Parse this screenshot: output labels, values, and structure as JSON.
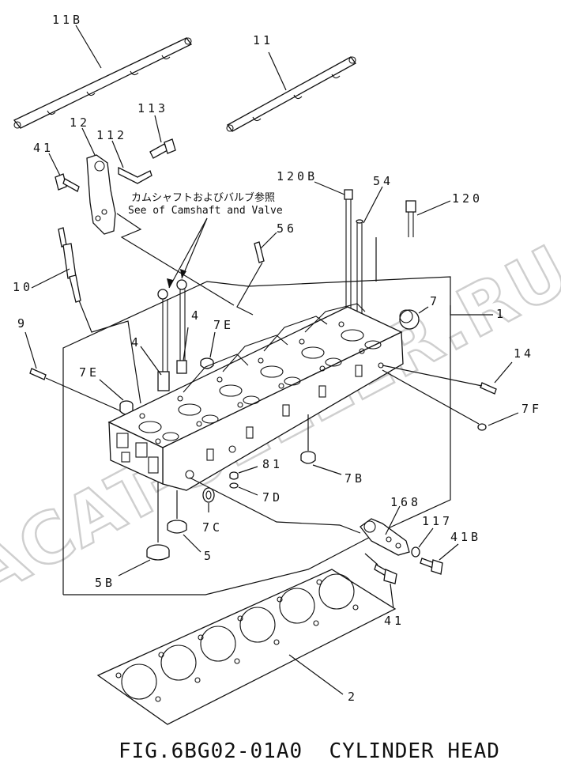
{
  "figure": {
    "caption": "FIG.6BG02-01A0  CYLINDER HEAD",
    "note_jp": "カムシャフトおよびバルブ参照",
    "note_en": "See of Camshaft and Valve",
    "watermark": "ACAT-SELLER.RU"
  },
  "callouts": {
    "c11B": "11B",
    "c11": "11",
    "c12": "12",
    "c112": "112",
    "c113": "113",
    "c41a": "41",
    "c10": "10",
    "c9": "9",
    "c4a": "4",
    "c4b": "4",
    "c7Ea": "7E",
    "c7Eb": "7E",
    "c120B": "120B",
    "c54": "54",
    "c120": "120",
    "c56": "56",
    "c7": "7",
    "c1": "1",
    "c14": "14",
    "c7F": "7F",
    "c81": "81",
    "c7D": "7D",
    "c7B": "7B",
    "c7C": "7C",
    "c5": "5",
    "c5B": "5B",
    "c168": "168",
    "c117": "117",
    "c41B": "41B",
    "c41b": "41",
    "c2": "2"
  }
}
